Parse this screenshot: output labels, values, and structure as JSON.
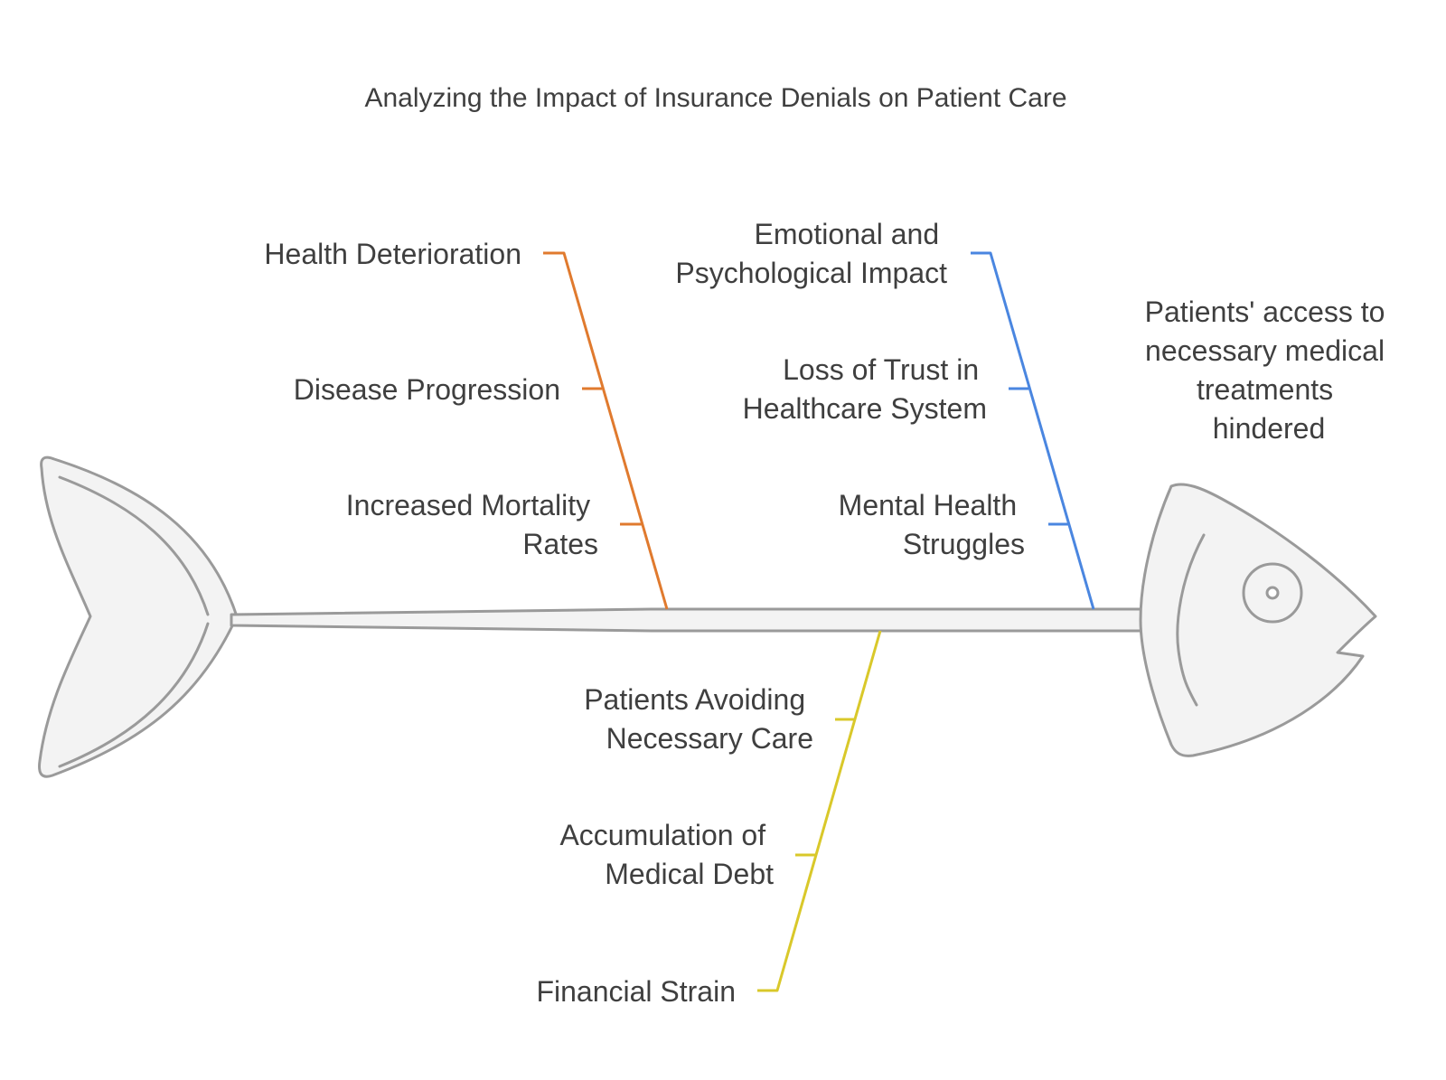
{
  "title": "Analyzing the Impact of Insurance Denials on Patient Care",
  "effect": [
    "Patients' access to",
    "necessary medical",
    "treatments",
    "hindered"
  ],
  "colors": {
    "health": "#e07a2e",
    "emotional": "#4a86e0",
    "financial": "#d9c82a",
    "fish": "#9a9a9a"
  },
  "categories": {
    "health": {
      "name": "Health Deterioration",
      "causes": [
        [
          "Disease Progression"
        ],
        [
          "Increased Mortality",
          "Rates"
        ]
      ]
    },
    "emotional": {
      "name": [
        "Emotional and",
        "Psychological Impact"
      ],
      "causes": [
        [
          "Loss of Trust in",
          "Healthcare System"
        ],
        [
          "Mental Health",
          "Struggles"
        ]
      ]
    },
    "financial": {
      "name": "Financial Strain",
      "causes": [
        [
          "Patients Avoiding",
          "Necessary Care"
        ],
        [
          "Accumulation of",
          "Medical Debt"
        ]
      ]
    }
  }
}
